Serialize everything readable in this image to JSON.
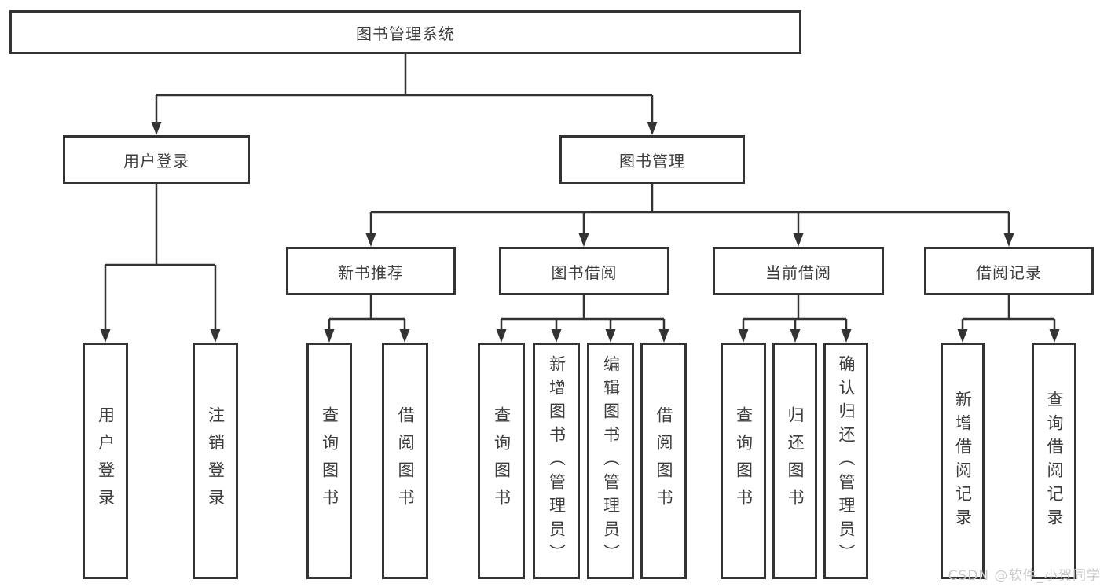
{
  "colors": {
    "line": "#333333",
    "box_border": "#333333",
    "text": "#3d3d3d",
    "background": "#ffffff",
    "watermark": "#c9c9c9"
  },
  "tree": {
    "label": "图书管理系统",
    "children": [
      {
        "label": "用户登录",
        "children": [
          {
            "label": "用户登录"
          },
          {
            "label": "注销登录"
          }
        ]
      },
      {
        "label": "图书管理",
        "children": [
          {
            "label": "新书推荐",
            "children": [
              {
                "label": "查询图书"
              },
              {
                "label": "借阅图书"
              }
            ]
          },
          {
            "label": "图书借阅",
            "children": [
              {
                "label": "查询图书"
              },
              {
                "label": "新增图书（管理员）"
              },
              {
                "label": "编辑图书（管理员）"
              },
              {
                "label": "借阅图书"
              }
            ]
          },
          {
            "label": "当前借阅",
            "children": [
              {
                "label": "查询图书"
              },
              {
                "label": "归还图书"
              },
              {
                "label": "确认归还（管理员）"
              }
            ]
          },
          {
            "label": "借阅记录",
            "children": [
              {
                "label": "新增借阅记录"
              },
              {
                "label": "查询借阅记录"
              }
            ]
          }
        ]
      }
    ]
  },
  "watermark": {
    "text": "CSDN @软件_小贺同学"
  }
}
